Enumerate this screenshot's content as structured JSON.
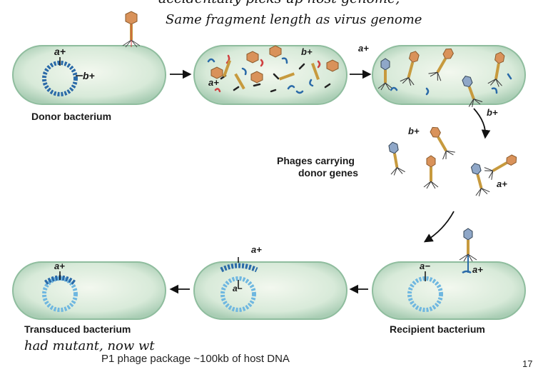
{
  "handwritten": {
    "top_line1": "accidentally picks up host genome,",
    "top_line2": "Same fragment length as virus genome",
    "bottom": "had mutant, now wt"
  },
  "labels": {
    "donor": "Donor bacterium",
    "phages_line1": "Phages carrying",
    "phages_line2": "donor genes",
    "transduced": "Transduced bacterium",
    "recipient": "Recipient bacterium"
  },
  "genes": {
    "a_plus": "a+",
    "b_plus": "b+",
    "a_minus": "a−"
  },
  "caption": "P1 phage package ~100kb of host DNA",
  "page_number": "17",
  "colors": {
    "cell_fill": "#cfe6d5",
    "cell_stroke": "#9cc3a8",
    "plasmid_dark": "#2a6aa8",
    "plasmid_light": "#6fb7e0",
    "phage_head": "#d9925a",
    "phage_tail": "#c79a3e"
  }
}
